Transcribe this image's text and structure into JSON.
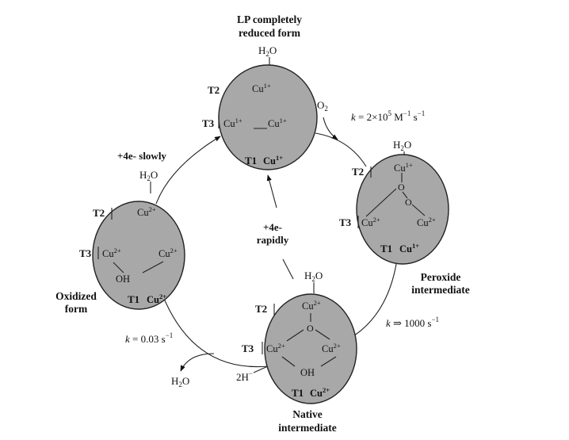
{
  "lp_reduced": {
    "title_line1": "LP completely",
    "title_line2": "reduced form",
    "water": "H",
    "water_sub": "2",
    "water_tail": "O",
    "t2": "T2",
    "t3": "T3",
    "t1": "T1",
    "cu_top": "Cu",
    "cu_top_sup": "1+",
    "cu_left": "Cu",
    "cu_left_sup": "1+",
    "cu_right": "Cu",
    "cu_right_sup": "1+",
    "cu_t1": "Cu",
    "cu_t1_sup": "1+"
  },
  "peroxide": {
    "water": "H",
    "water_sub": "2",
    "water_tail": "O",
    "t2": "T2",
    "t3": "T3",
    "t1": "T1",
    "cu_top": "Cu",
    "cu_top_sup": "1+",
    "o1": "O",
    "o2": "O",
    "cu_left": "Cu",
    "cu_left_sup": "2+",
    "cu_right": "Cu",
    "cu_right_sup": "2+",
    "cu_t1": "Cu",
    "cu_t1_sup": "1+",
    "label_line1": "Peroxide",
    "label_line2": "intermediate"
  },
  "native": {
    "water": "H",
    "water_sub": "2",
    "water_tail": "O",
    "t2": "T2",
    "t3": "T3",
    "t1": "T1",
    "cu_top": "Cu",
    "cu_top_sup": "2+",
    "o": "O",
    "cu_left": "Cu",
    "cu_left_sup": "2+",
    "cu_right": "Cu",
    "cu_right_sup": "2+",
    "oh": "OH",
    "cu_t1": "Cu",
    "cu_t1_sup": "2+",
    "label_line1": "Native",
    "label_line2": "intermediate"
  },
  "oxidized": {
    "water": "H",
    "water_sub": "2",
    "water_tail": "O",
    "t2": "T2",
    "t3": "T3",
    "t1": "T1",
    "cu_top": "Cu",
    "cu_top_sup": "2+",
    "cu_left": "Cu",
    "cu_left_sup": "2+",
    "cu_right": "Cu",
    "cu_right_sup": "2+",
    "oh": "OH",
    "cu_t1": "Cu",
    "cu_t1_sup": "2+",
    "label_line1": "Oxidized",
    "label_line2": "form"
  },
  "arrows": {
    "o2": "O",
    "o2_sub": "2",
    "k1_pre": "k",
    "k1_mid": " = 2×10",
    "k1_sup1": "5",
    "k1_unit": " M",
    "k1_sup2": "−1",
    "k1_s": " s",
    "k1_sup3": "−1",
    "k2_pre": "k",
    "k2_mid": " ⇒ 1000 s",
    "k2_sup": "−1",
    "k3_pre": "k",
    "k3_mid": " = 0.03 s",
    "k3_sup": "−1",
    "slowly": "+4e- slowly",
    "rapidly_line1": "+4e-",
    "rapidly_line2": "rapidly",
    "proton": "2H",
    "proton_sup": "−",
    "water_out": "H",
    "water_out_sub": "2",
    "water_out_tail": "O"
  }
}
